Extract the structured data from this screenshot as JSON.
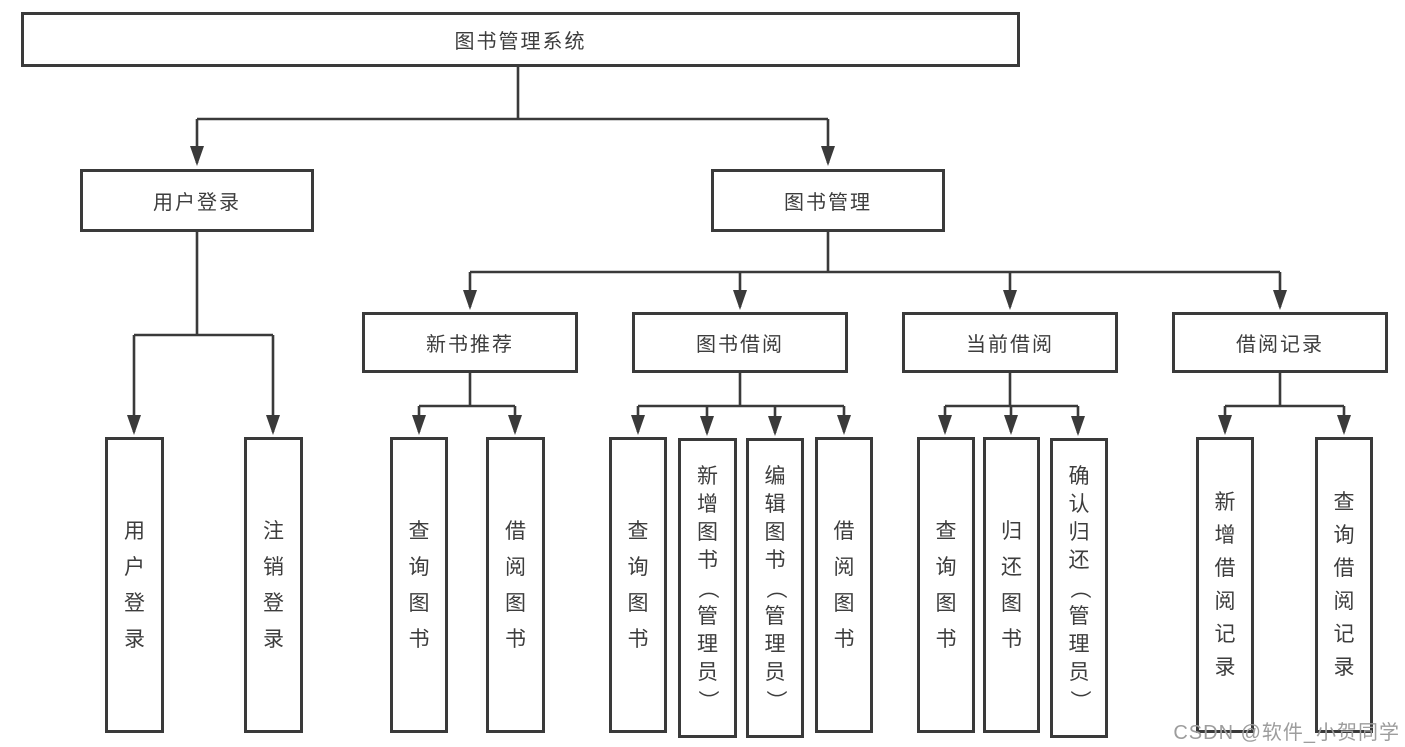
{
  "tree": {
    "root": {
      "label": "图书管理系统"
    },
    "level2": [
      {
        "label": "用户登录",
        "children": [
          {
            "label": "用户登录"
          },
          {
            "label": "注销登录"
          }
        ]
      },
      {
        "label": "图书管理",
        "children": [
          {
            "label": "新书推荐",
            "children": [
              {
                "label": "查询图书"
              },
              {
                "label": "借阅图书"
              }
            ]
          },
          {
            "label": "图书借阅",
            "children": [
              {
                "label": "查询图书"
              },
              {
                "label": "新增图书（管理员）"
              },
              {
                "label": "编辑图书（管理员）"
              },
              {
                "label": "借阅图书"
              }
            ]
          },
          {
            "label": "当前借阅",
            "children": [
              {
                "label": "查询图书"
              },
              {
                "label": "归还图书"
              },
              {
                "label": "确认归还（管理员）"
              }
            ]
          },
          {
            "label": "借阅记录",
            "children": [
              {
                "label": "新增借阅记录"
              },
              {
                "label": "查询借阅记录"
              }
            ]
          }
        ]
      }
    ]
  },
  "watermark": "CSDN @软件_小贺同学",
  "colors": {
    "line": "#3a3a3a",
    "text": "#3d3d3d",
    "watermark": "#9d9d9d",
    "background": "#ffffff"
  }
}
